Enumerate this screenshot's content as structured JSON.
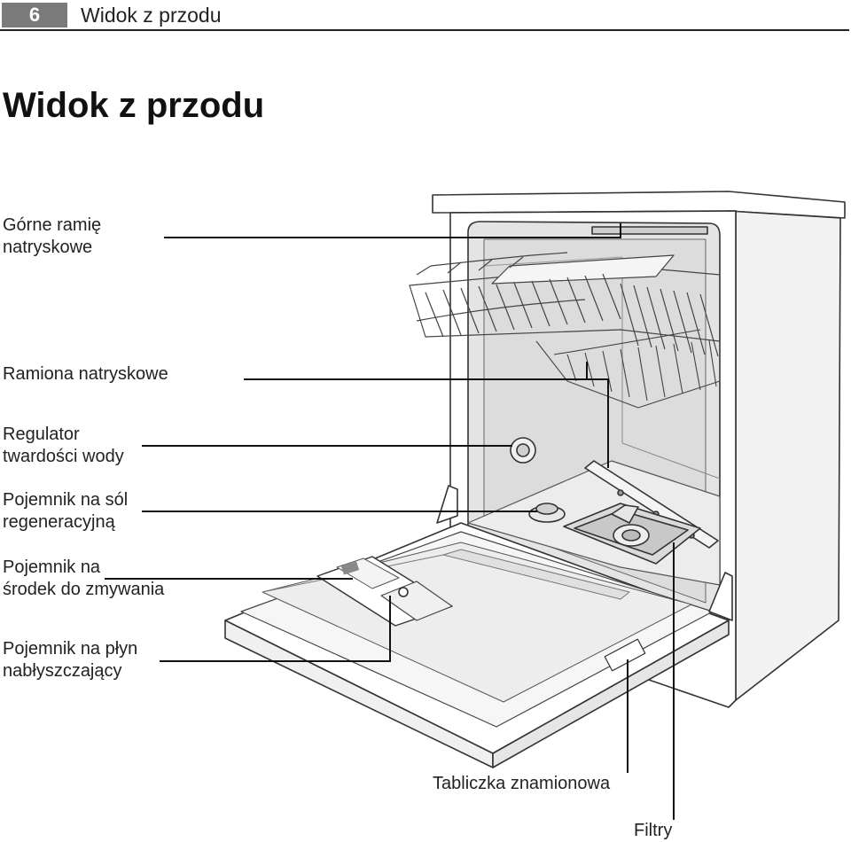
{
  "header": {
    "page_number": "6",
    "running_title": "Widok z przodu"
  },
  "title": "Widok z przodu",
  "labels": {
    "upper_spray_arm": [
      "Górne ramię",
      "natryskowe"
    ],
    "spray_arms": [
      "Ramiona natryskowe"
    ],
    "water_softener": [
      "Regulator",
      "twardości wody"
    ],
    "salt_container": [
      "Pojemnik na sól",
      "regeneracyjną"
    ],
    "detergent_dispenser": [
      "Pojemnik na",
      "środek do zmywania"
    ],
    "rinse_aid_dispenser": [
      "Pojemnik na płyn",
      "nabłyszczający"
    ],
    "rating_plate": "Tabliczka znamionowa",
    "filters": "Filtry"
  }
}
